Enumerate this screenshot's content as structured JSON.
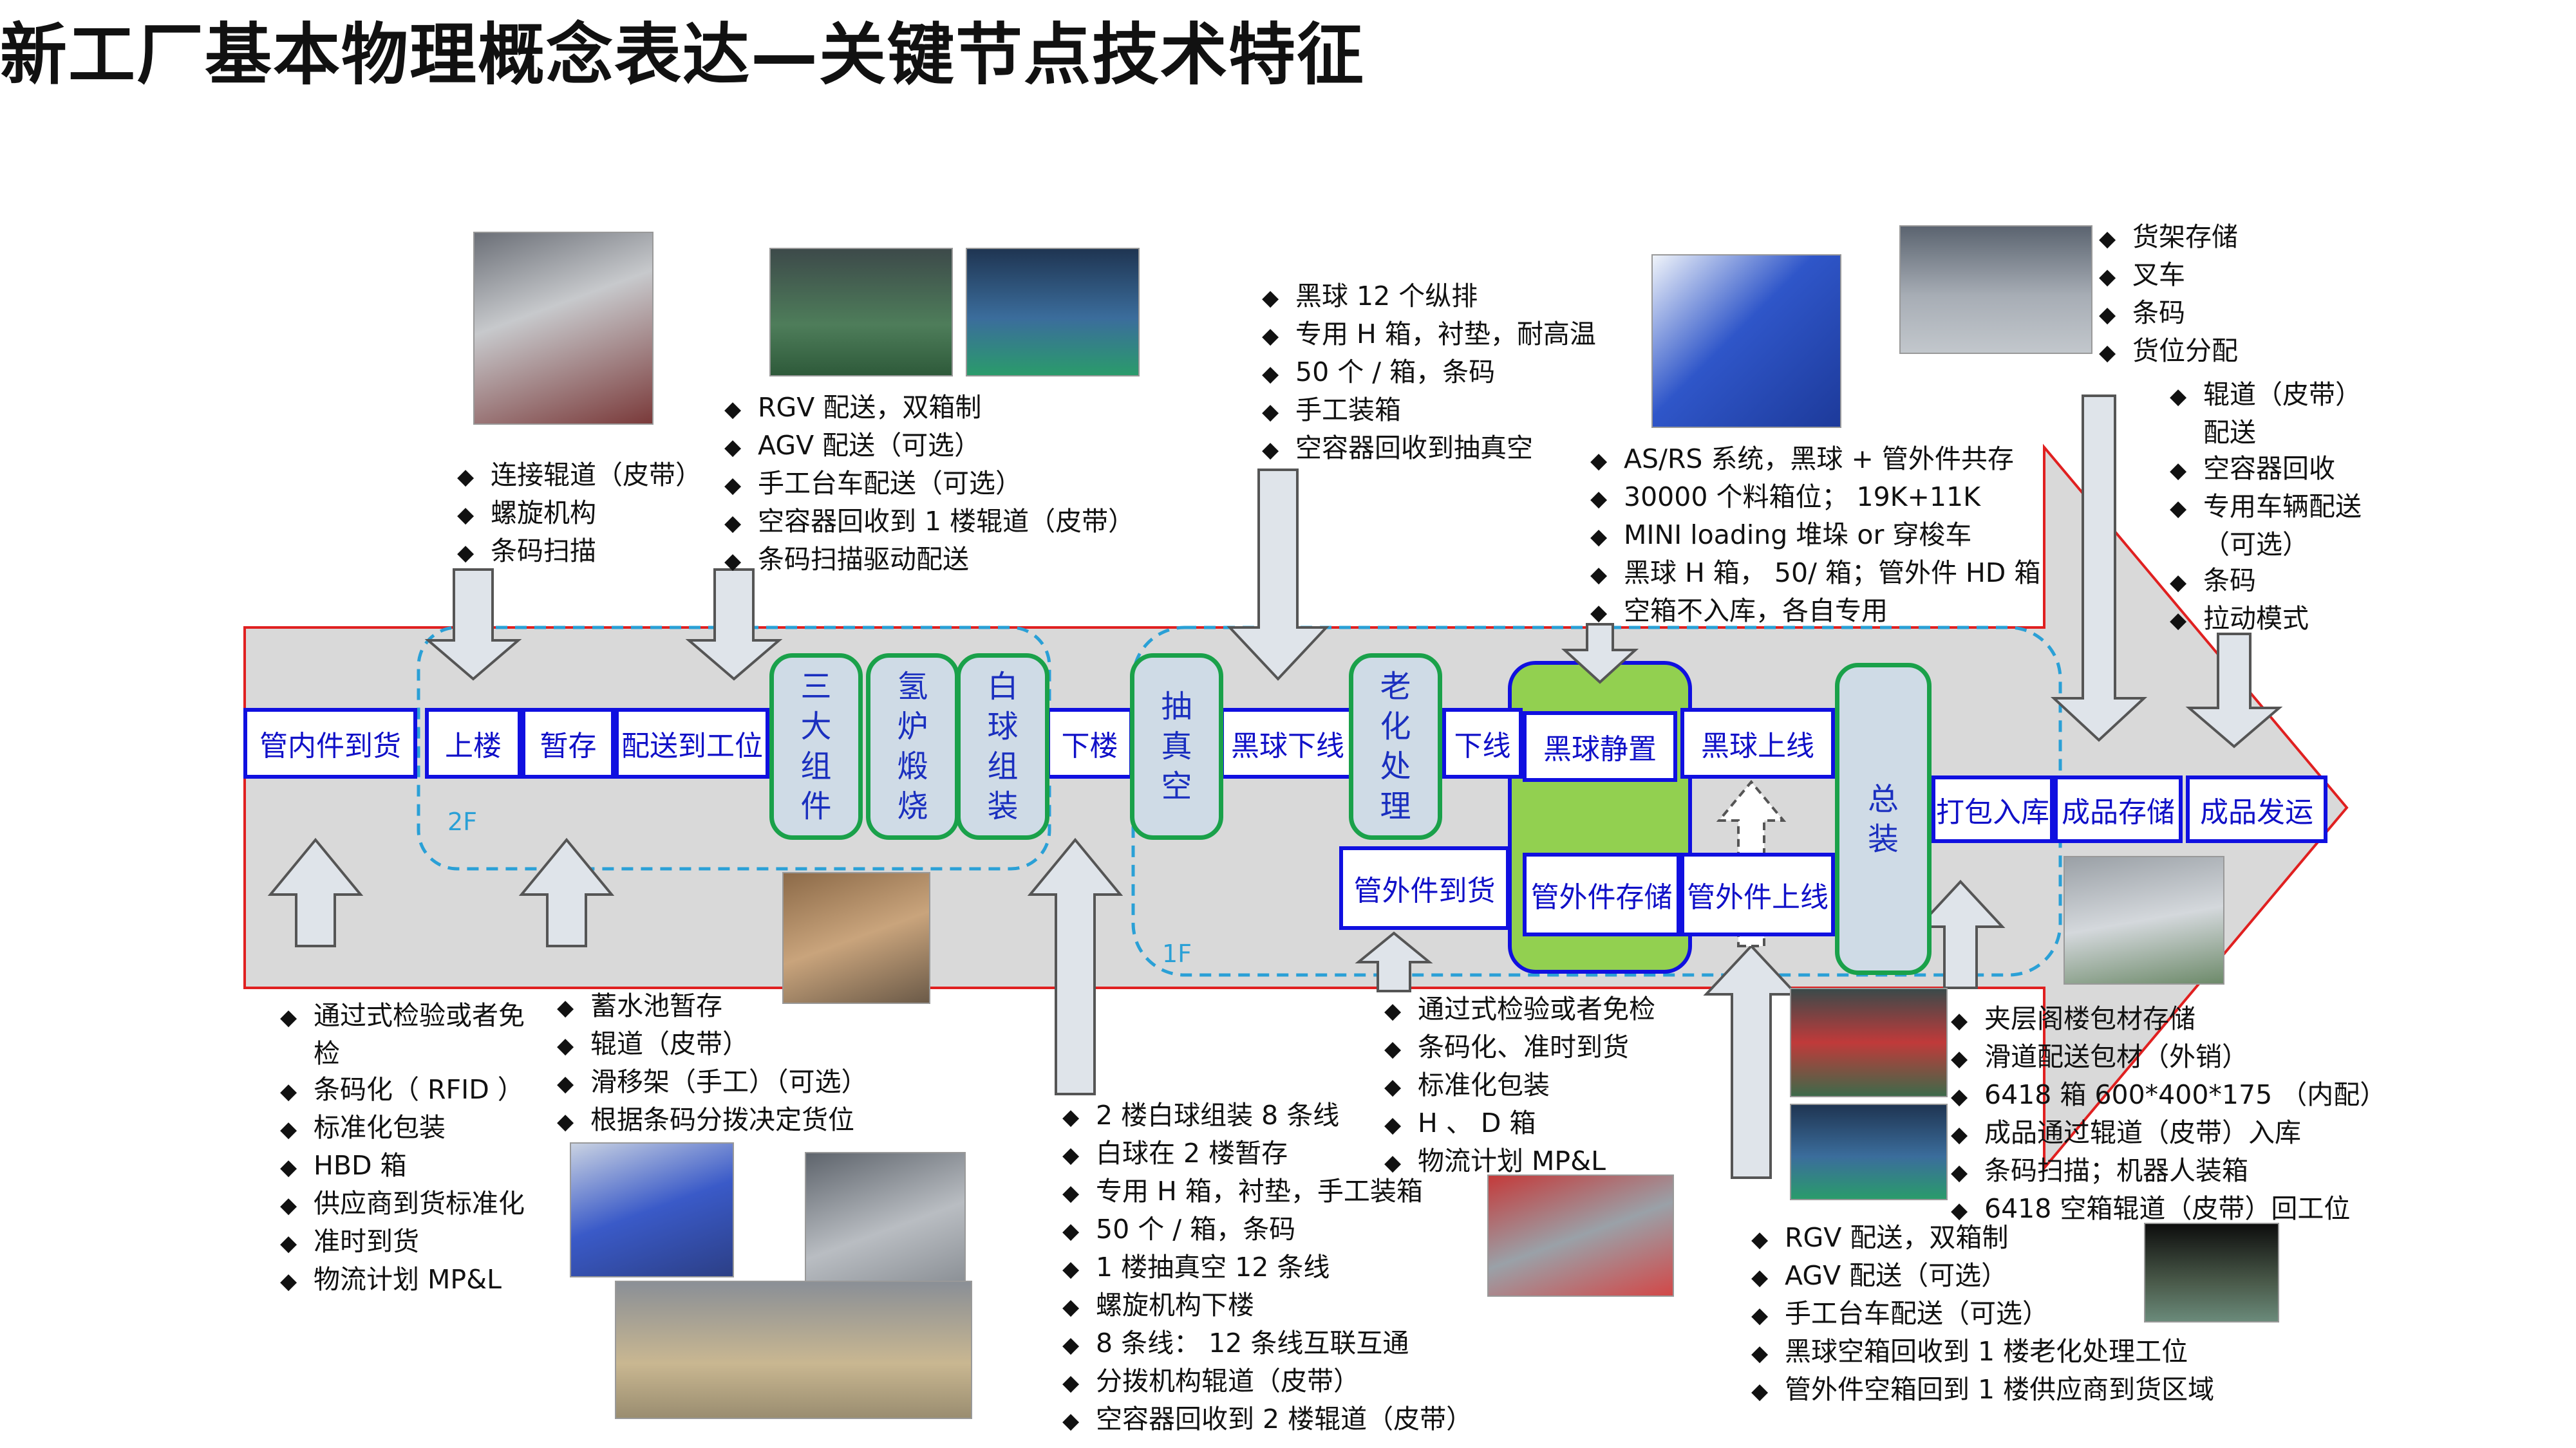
{
  "title": "新工厂基本物理概念表达—关键节点技术特征",
  "flow": {
    "guan_nei_dao_huo": "管内件到货",
    "shang_lou": "上楼",
    "zan_cun": "暂存",
    "pei_song_gong_wei": "配送到工位",
    "san_da_zu_jian": [
      "三",
      "大",
      "组",
      "件"
    ],
    "qing_lu_duan_shao": [
      "氢",
      "炉",
      "煅",
      "烧"
    ],
    "bai_qiu_zu_zhuang": [
      "白",
      "球",
      "组",
      "装"
    ],
    "xia_lou": "下楼",
    "chou_zhen_kong": [
      "抽",
      "真",
      "空"
    ],
    "hei_qiu_xia_xian": "黑球下线",
    "lao_hua_chu_li": [
      "老",
      "化",
      "处",
      "理"
    ],
    "xia_xian": "下线",
    "hei_qiu_jing_zhi": "黑球静置",
    "hei_qiu_shang_xian": "黑球上线",
    "guan_wai_dao_huo": "管外件到货",
    "guan_wai_cun_chu": "管外件存储",
    "guan_wai_shang_xian": "管外件上线",
    "zong_zhuang": [
      "总",
      "装"
    ],
    "da_bao_ru_ku": "打包入库",
    "cheng_pin_cun_chu": "成品存储",
    "cheng_pin_fa_yun": "成品发运",
    "floor_2f": "2F",
    "floor_1f": "1F"
  },
  "notes": {
    "top_1": [
      "连接辊道（皮带）",
      "螺旋机构",
      "条码扫描"
    ],
    "top_2": [
      "RGV 配送，双箱制",
      "AGV 配送（可选）",
      "手工台车配送（可选）",
      "空容器回收到 1 楼辊道（皮带）",
      "条码扫描驱动配送"
    ],
    "top_3": [
      "黑球 12 个纵排",
      "专用 H 箱，衬垫，耐高温",
      "50 个 / 箱，条码",
      "手工装箱",
      "空容器回收到抽真空"
    ],
    "top_4": [
      "AS/RS 系统，黑球 + 管外件共存",
      "30000 个料箱位； 19K+11K",
      "MINI  loading 堆垛  or  穿梭车",
      "黑球 H 箱， 50/ 箱；管外件 HD 箱",
      "空箱不入库，各自专用"
    ],
    "top_5": [
      "货架存储",
      "叉车",
      "条码",
      "货位分配"
    ],
    "top_6": [
      "辊道（皮带）配送",
      "空容器回收",
      "专用车辆配送（可选）",
      "条码",
      "拉动模式"
    ],
    "bottom_1": [
      "通过式检验或者免检",
      "条码化（ RFID ）",
      "标准化包装",
      "HBD 箱",
      "供应商到货标准化",
      "准时到货",
      "物流计划 MP&L"
    ],
    "bottom_2": [
      "蓄水池暂存",
      "辊道（皮带）",
      "滑移架（手工）（可选）",
      "根据条码分拨决定货位"
    ],
    "bottom_3": [
      "2 楼白球组装 8 条线",
      "白球在 2 楼暂存",
      "专用 H 箱，衬垫，手工装箱",
      "50 个 / 箱，条码",
      "1 楼抽真空 12 条线",
      "螺旋机构下楼",
      "8 条线： 12 条线互联互通",
      "分拨机构辊道（皮带）",
      "空容器回收到 2 楼辊道（皮带）"
    ],
    "bottom_4": [
      "通过式检验或者免检",
      "条码化、准时到货",
      "标准化包装",
      "H 、 D 箱",
      "物流计划 MP&L"
    ],
    "bottom_5": [
      "RGV 配送，双箱制",
      "AGV 配送（可选）",
      "手工台车配送（可选）",
      "黑球空箱回收到 1 楼老化处理工位",
      "管外件空箱回到 1 楼供应商到货区域"
    ],
    "bottom_6": [
      "夹层阁楼包材存储",
      "滑道配送包材（外销）",
      "6418 箱 600*400*175 （内配）",
      "成品通过辊道（皮带）入库",
      "条码扫描；机器人装箱",
      "6418 空箱辊道（皮带）回工位"
    ]
  },
  "colors": {
    "band_fill": "#d9d9d9",
    "band_stroke": "#e02020",
    "box_border": "#1010e0",
    "green_border": "#1aa14a",
    "green_fill": "#cfdbe6",
    "storage_fill": "#92d050",
    "floor_dash": "#2aa0d6"
  }
}
